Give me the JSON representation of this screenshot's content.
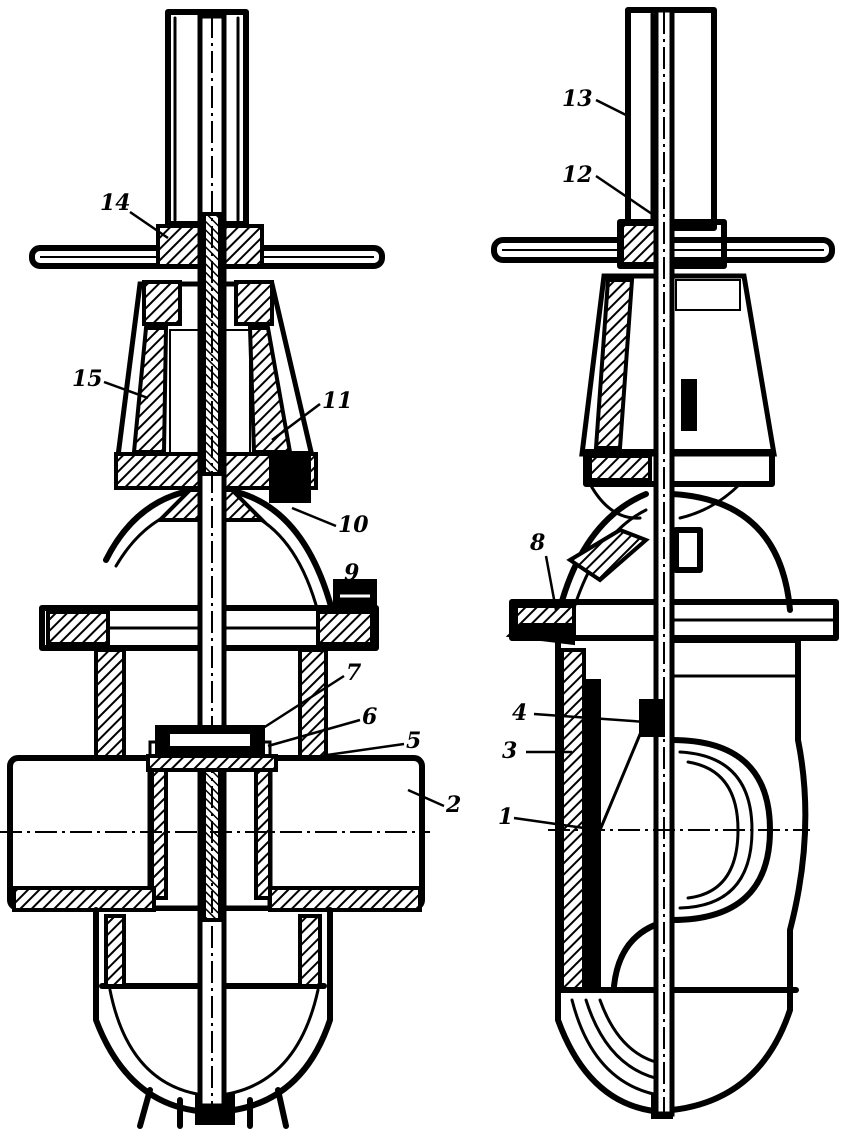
{
  "labels": {
    "left": {
      "l14": "14",
      "l15": "15",
      "l11": "11",
      "l10": "10",
      "l9": "9",
      "l7": "7",
      "l6": "6",
      "l5": "5",
      "l2": "2"
    },
    "right": {
      "l13": "13",
      "l12": "12",
      "l8": "8",
      "l4": "4",
      "l3": "3",
      "l1": "1"
    }
  },
  "colors": {
    "ink": "#000000",
    "paper": "#ffffff"
  }
}
